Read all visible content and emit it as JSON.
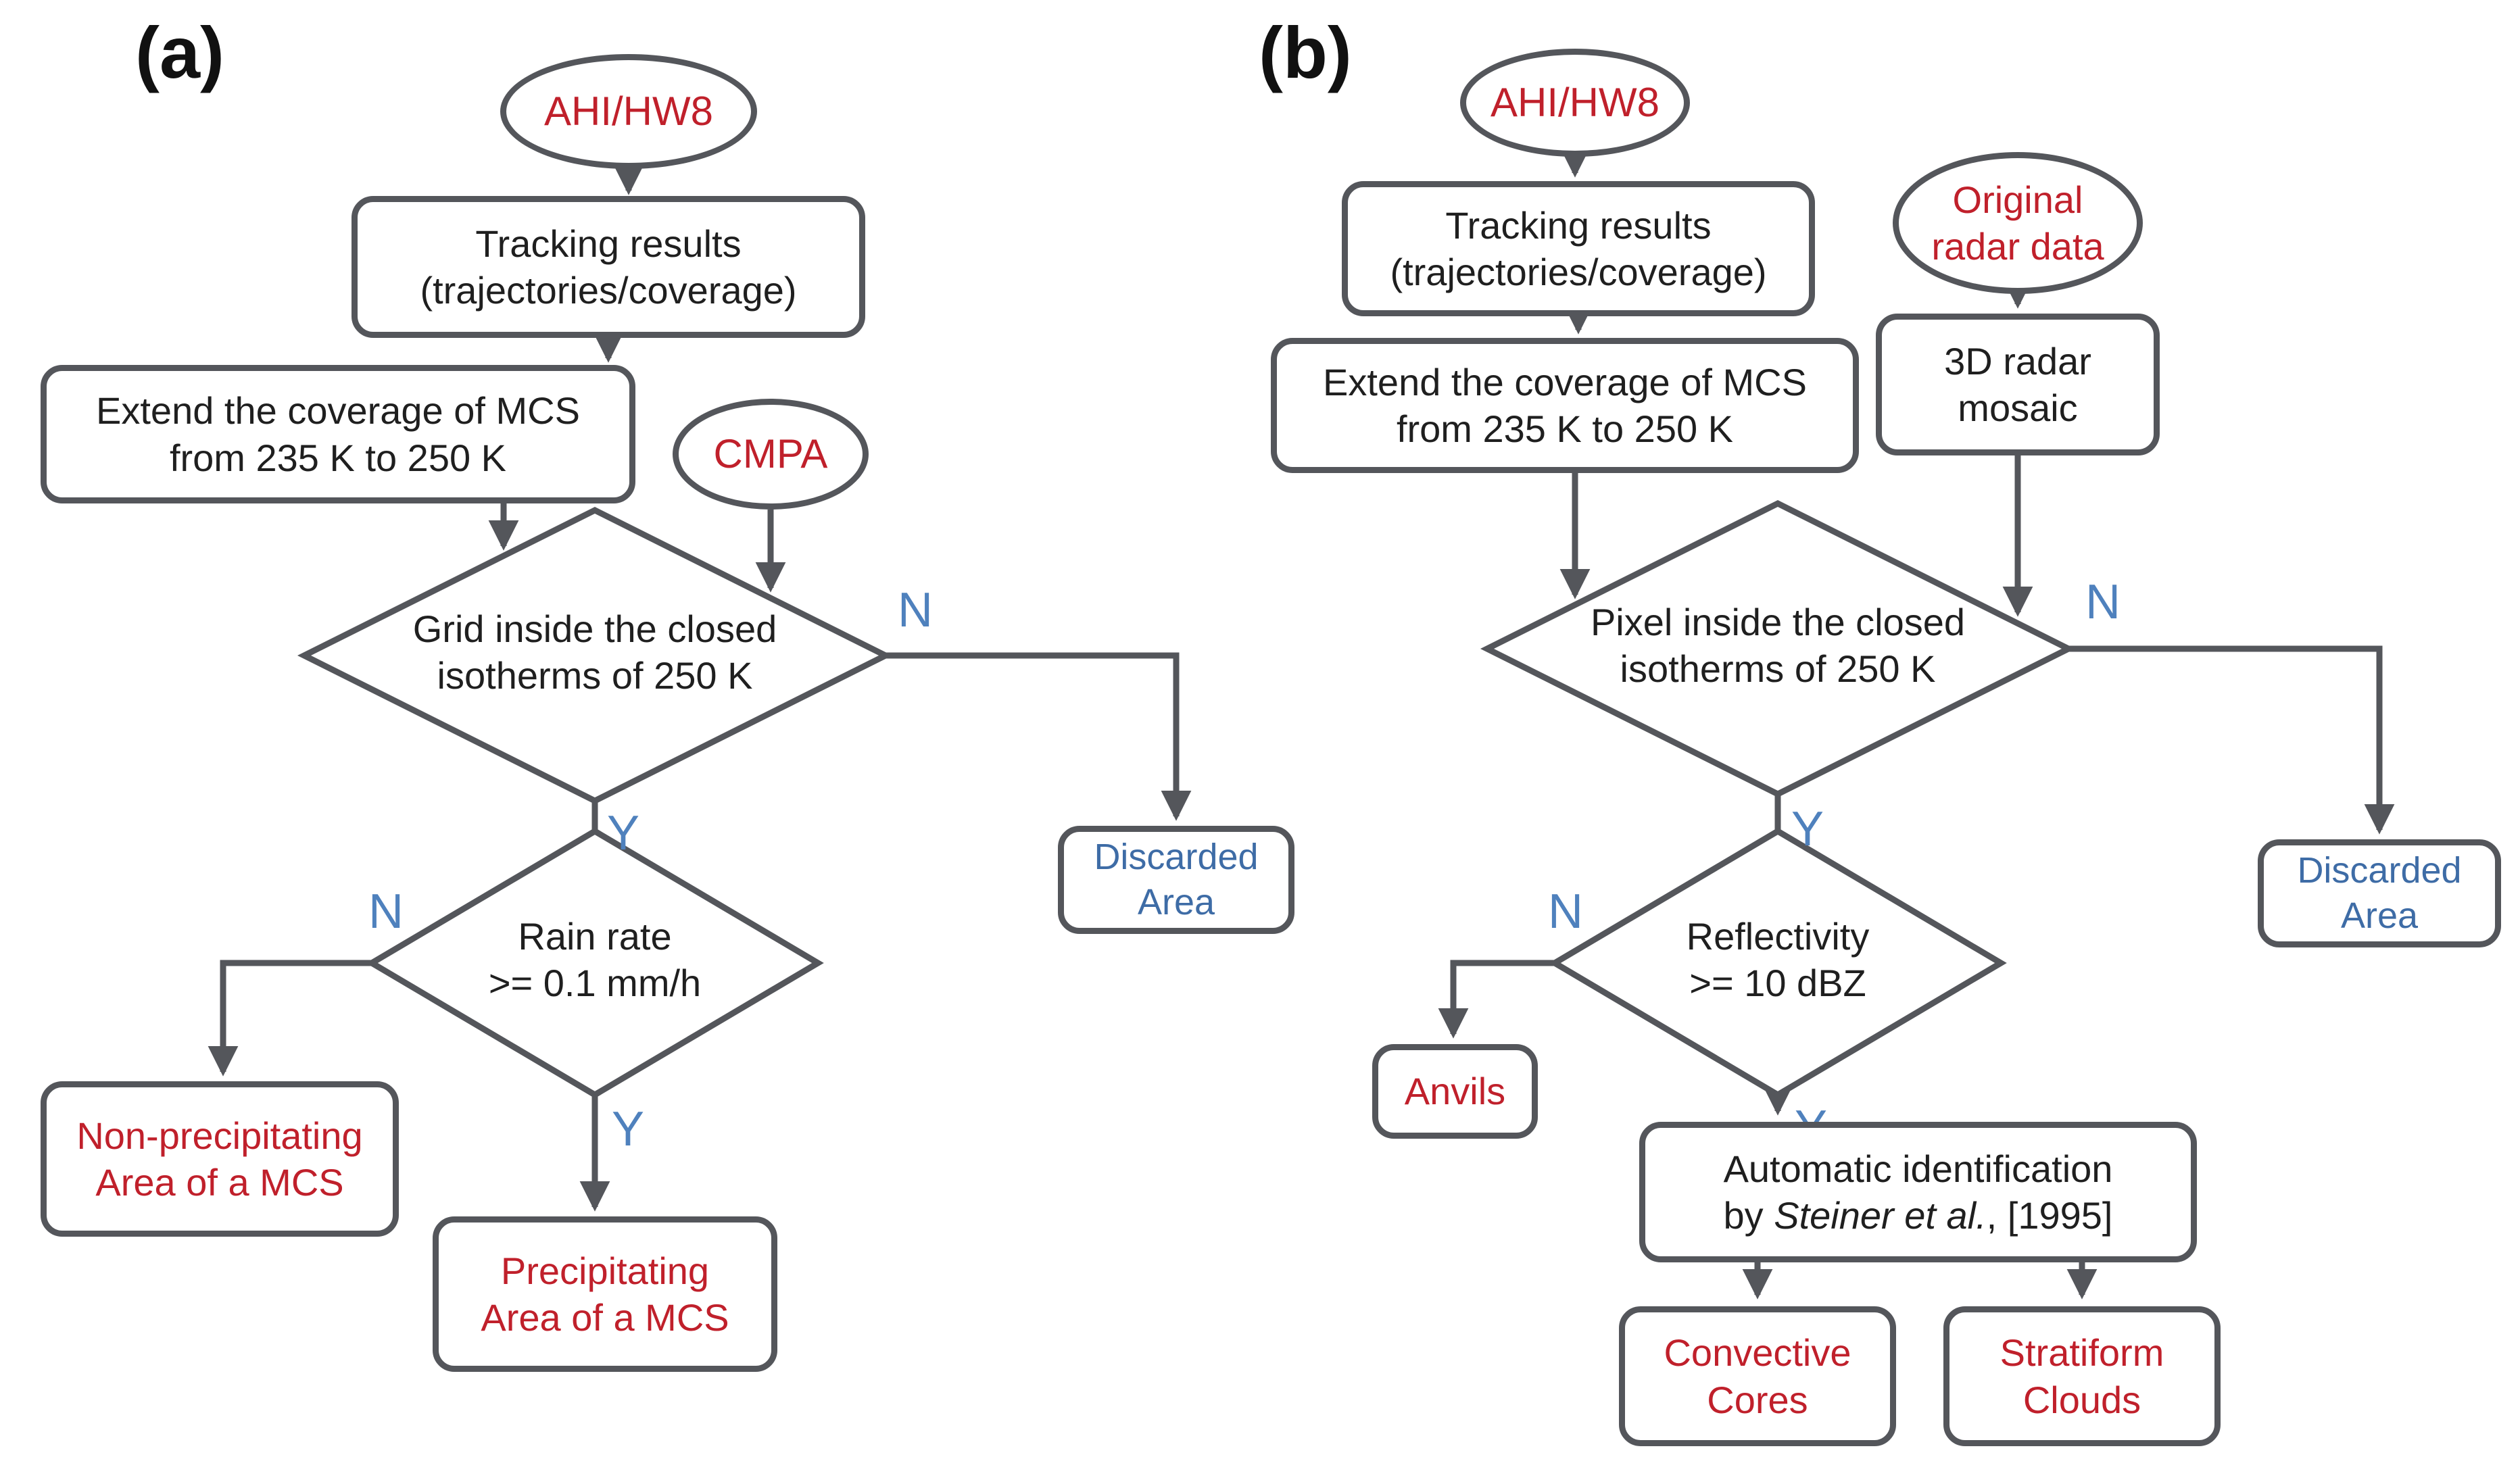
{
  "colors": {
    "red_text": "#C0202B",
    "blue_label": "#4F81BD",
    "discarded_text": "#3E6CA6",
    "line_gray": "#54565B",
    "background": "#FFFFFF"
  },
  "panel_a": {
    "label": "(a)",
    "source": "AHI/HW8",
    "tracking1": "Tracking results",
    "tracking2": "(trajectories/coverage)",
    "extend1": "Extend the coverage of MCS",
    "extend2": "from 235 K to 250 K",
    "cmpa": "CMPA",
    "decision1_line1": "Grid inside the closed",
    "decision1_line2": "isotherms of 250 K",
    "decision1_no": "N",
    "decision1_yes": "Y",
    "discarded1": "Discarded",
    "discarded2": "Area",
    "decision2_line1": "Rain rate",
    "decision2_line2": ">= 0.1 mm/h",
    "decision2_no": "N",
    "decision2_yes": "Y",
    "nonprecip1": "Non-precipitating",
    "nonprecip2": "Area of a MCS",
    "precip1": "Precipitating",
    "precip2": "Area of a MCS"
  },
  "panel_b": {
    "label": "(b)",
    "source": "AHI/HW8",
    "tracking1": "Tracking results",
    "tracking2": "(trajectories/coverage)",
    "extend1": "Extend the coverage of MCS",
    "extend2": "from 235 K to 250 K",
    "radar1": "Original",
    "radar2": "radar data",
    "mosaic1": "3D radar",
    "mosaic2": "mosaic",
    "decision1_line1": "Pixel inside the closed",
    "decision1_line2": "isotherms of 250 K",
    "decision1_no": "N",
    "decision1_yes": "Y",
    "discarded1": "Discarded",
    "discarded2": "Area",
    "decision2_line1": "Reflectivity",
    "decision2_line2": ">= 10 dBZ",
    "decision2_no": "N",
    "decision2_yes": "Y",
    "anvils": "Anvils",
    "auto1": "Automatic identification",
    "auto2_pre": "by ",
    "auto2_italic": "Steiner et al.",
    "auto2_post": ", [1995]",
    "conv1": "Convective",
    "conv2": "Cores",
    "strat1": "Stratiform",
    "strat2": "Clouds"
  }
}
